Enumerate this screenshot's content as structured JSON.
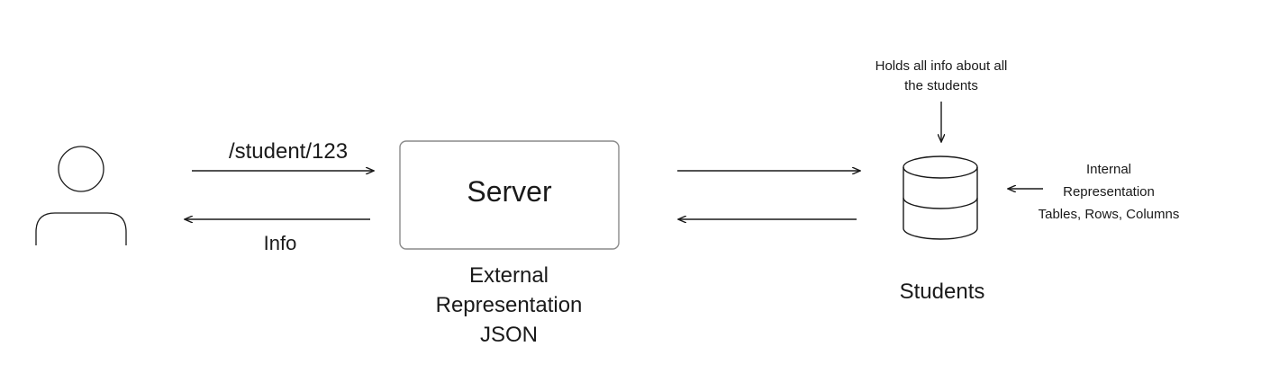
{
  "client": {
    "request_label": "/student/123",
    "response_label": "Info"
  },
  "server": {
    "title": "Server",
    "caption_lines": [
      "External",
      "Representation",
      "JSON"
    ]
  },
  "database": {
    "title": "Students",
    "note_lines": [
      "Holds all info about all",
      "the students"
    ],
    "internal_lines": [
      "Internal",
      "Representation",
      "Tables, Rows, Columns"
    ]
  },
  "icons": {
    "user": "user-icon",
    "database": "database-icon"
  },
  "colors": {
    "stroke": "#1a1a1a",
    "box_stroke": "#8a8a8a",
    "background": "#ffffff"
  }
}
